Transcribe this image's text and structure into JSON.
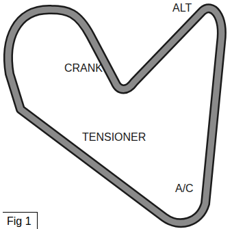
{
  "diagram": {
    "caption": "Fig 1",
    "labels": [
      "ALT",
      "CRANK",
      "TENSIONER",
      "A/C"
    ]
  }
}
